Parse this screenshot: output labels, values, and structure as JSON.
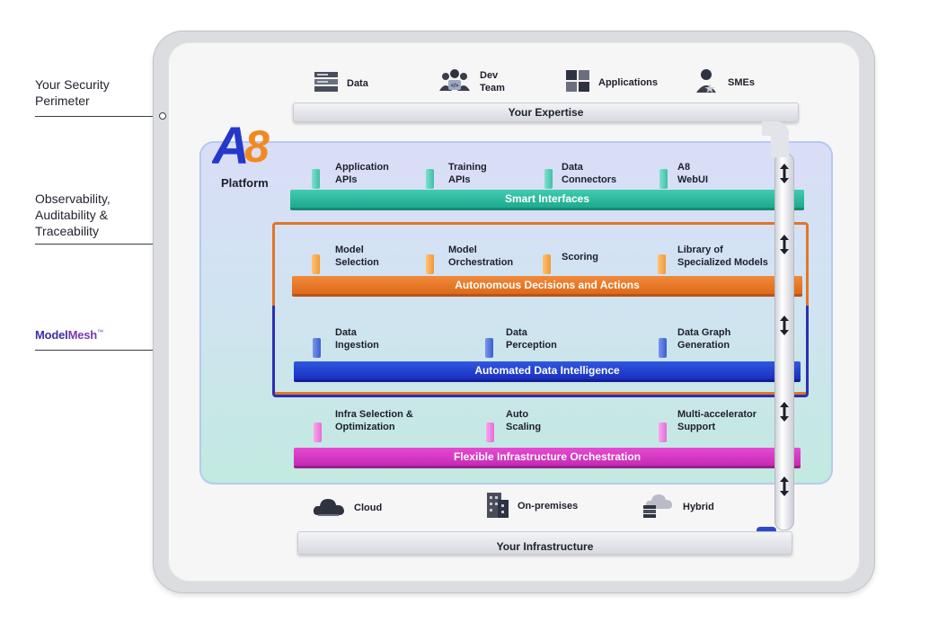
{
  "left_labels": {
    "security_perimeter": "Your Security\nPerimeter",
    "observability": "Observability,\nAuditability &\nTraceability",
    "modelmesh_a": "Model",
    "modelmesh_b": "Mesh",
    "modelmesh_tm": "™"
  },
  "expertise": {
    "items": [
      {
        "label": "Data",
        "icon": "server-icon"
      },
      {
        "label": "Dev\nTeam",
        "icon": "team-icon"
      },
      {
        "label": "Applications",
        "icon": "applications-icon"
      },
      {
        "label": "SMEs",
        "icon": "expert-icon"
      }
    ],
    "shelf_label": "Your Expertise"
  },
  "platform": {
    "logo_text": "A8",
    "title": "Platform"
  },
  "layers": {
    "smart": {
      "bar_label": "Smart Interfaces",
      "items": [
        "Application\nAPIs",
        "Training\nAPIs",
        "Data\nConnectors",
        "A8\nWebUI"
      ]
    },
    "autonomous": {
      "bar_label": "Autonomous Decisions and Actions",
      "items": [
        "Model\nSelection",
        "Model\nOrchestration",
        "Scoring",
        "Library of\nSpecialized Models"
      ]
    },
    "data_intel": {
      "bar_label": "Automated Data Intelligence",
      "items": [
        "Data\nIngestion",
        "Data\nPerception",
        "Data Graph\nGeneration"
      ]
    },
    "flex": {
      "bar_label": "Flexible Infrastructure Orchestration",
      "items": [
        "Infra Selection &\nOptimization",
        "Auto\nScaling",
        "Multi-accelerator\nSupport"
      ]
    }
  },
  "infrastructure": {
    "items": [
      {
        "label": "Cloud",
        "icon": "cloud-icon"
      },
      {
        "label": "On-premises",
        "icon": "building-icon"
      },
      {
        "label": "Hybrid",
        "icon": "hybrid-cloud-icon"
      }
    ],
    "shelf_label": "Your Infrastructure"
  },
  "colors": {
    "teal": "#1fa98e",
    "orange": "#e0762a",
    "blue": "#1a2fc0",
    "magenta": "#c42bb4",
    "logo_blue": "#2438c9",
    "logo_orange": "#f2891f"
  }
}
